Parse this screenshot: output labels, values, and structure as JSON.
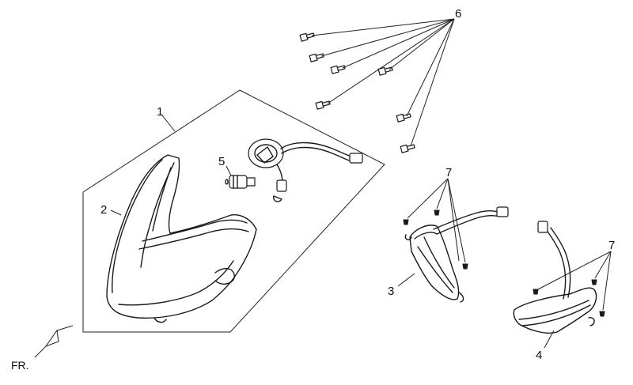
{
  "diagram": {
    "callouts": [
      {
        "id": "1",
        "text": "1"
      },
      {
        "id": "2",
        "text": "2"
      },
      {
        "id": "3",
        "text": "3"
      },
      {
        "id": "4",
        "text": "4"
      },
      {
        "id": "5",
        "text": "5"
      },
      {
        "id": "6",
        "text": "6"
      },
      {
        "id": "7a",
        "text": "7"
      },
      {
        "id": "7b",
        "text": "7"
      }
    ],
    "direction_label": "FR."
  }
}
